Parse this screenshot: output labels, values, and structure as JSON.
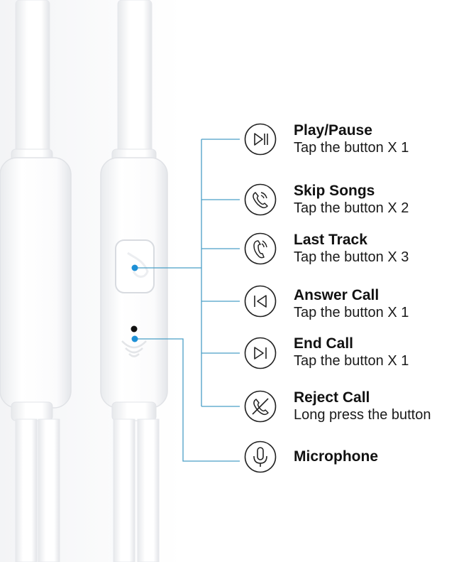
{
  "colors": {
    "leader_line": "#4a9fc6",
    "dot": "#1e90d6",
    "icon_stroke": "#222222",
    "cable": "#ffffff",
    "cable_shadow": "#e3e5e8"
  },
  "controls": [
    {
      "title": "Play/Pause",
      "desc": "Tap the button X 1",
      "icon": "play-pause-icon"
    },
    {
      "title": "Skip Songs",
      "desc": "Tap the button X 2",
      "icon": "phone-icon"
    },
    {
      "title": "Last Track",
      "desc": "Tap the button X 3",
      "icon": "phone-icon"
    },
    {
      "title": "Answer Call",
      "desc": "Tap the button X 1",
      "icon": "skip-back-icon"
    },
    {
      "title": "End Call",
      "desc": "Tap the button X 1",
      "icon": "skip-forward-icon"
    },
    {
      "title": "Reject Call",
      "desc": "Long press the button",
      "icon": "phone-off-icon"
    },
    {
      "title": "Microphone",
      "desc": "",
      "icon": "microphone-icon"
    }
  ]
}
